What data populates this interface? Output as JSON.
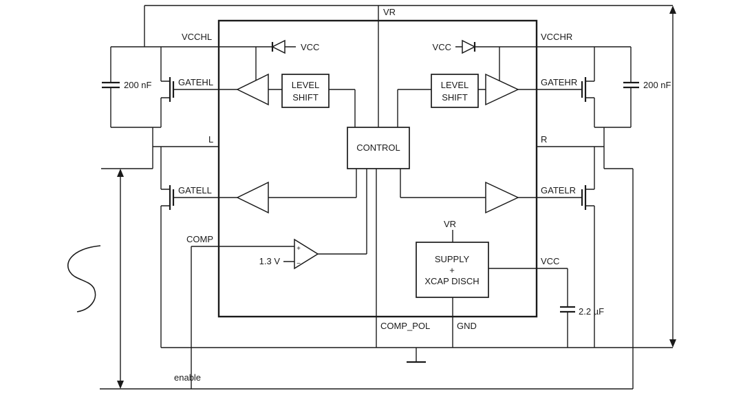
{
  "diagram_type": "ic-block-schematic",
  "colors": {
    "line": "#1a1a1a",
    "background": "#ffffff"
  },
  "labels": {
    "vr_top": "VR",
    "vcchl": "VCCHL",
    "vcchr": "VCCHR",
    "gatehl": "GATEHL",
    "gatehr": "GATEHR",
    "l_pin": "L",
    "r_pin": "R",
    "gatell": "GATELL",
    "gatelr": "GATELR",
    "comp": "COMP",
    "vcc_pin": "VCC",
    "comp_pol": "COMP_POL",
    "gnd": "GND",
    "vcc_internal_left": "VCC",
    "vcc_internal_right": "VCC",
    "control": "CONTROL",
    "level_shift": {
      "line1": "LEVEL",
      "line2": "SHIFT"
    },
    "supply": {
      "line1": "SUPPLY",
      "line2": "+",
      "line3": "XCAP DISCH",
      "vr": "VR"
    },
    "comparator": {
      "ref": "1.3 V",
      "plus": "+",
      "minus": "−"
    },
    "cap_left": "200 nF",
    "cap_right": "200 nF",
    "cap_bulk": "2.2 µF",
    "enable": "enable"
  }
}
